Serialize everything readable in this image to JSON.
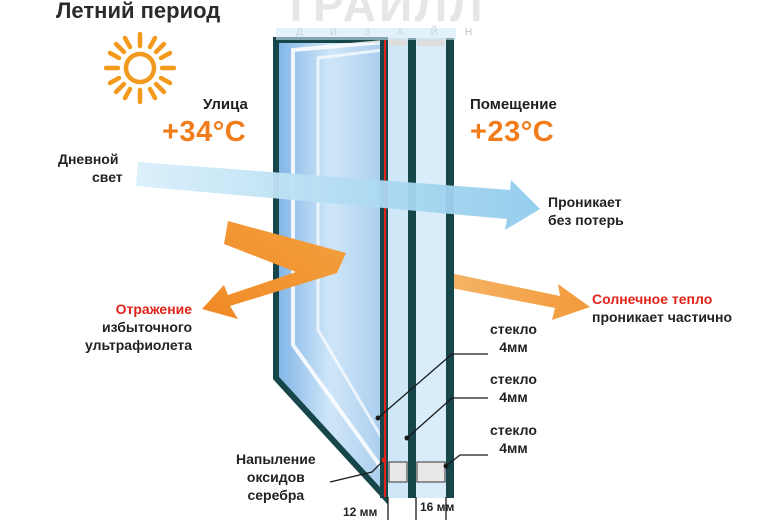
{
  "title": "Летний период",
  "watermark": {
    "brand": "ТРАЙЛЛ",
    "sub": "ДИЗАЙН"
  },
  "outside": {
    "label": "Улица",
    "temperature": "+34°C"
  },
  "inside": {
    "label": "Помещение",
    "temperature": "+23°C"
  },
  "daylight": {
    "line1": "Дневной",
    "line2": "свет"
  },
  "passes": {
    "line1": "Проникает",
    "line2": "без потерь"
  },
  "reflection": {
    "line1": "Отражение",
    "line2": "избыточного",
    "line3": "ультрафиолета"
  },
  "solar_heat": {
    "line1": "Солнечное тепло",
    "line2": "проникает частично"
  },
  "glass_panes": [
    {
      "line1": "стекло",
      "line2": "4мм"
    },
    {
      "line1": "стекло",
      "line2": "4мм"
    },
    {
      "line1": "стекло",
      "line2": "4мм"
    }
  ],
  "coating": {
    "line1": "Напыление",
    "line2": "оксидов",
    "line3": "серебра"
  },
  "gaps": {
    "left": "12 мм",
    "right": "16 мм"
  },
  "colors": {
    "accent_orange": "#f07d1a",
    "accent_red": "#e2231a",
    "frame_dark": "#17464a",
    "daylight_blue": "#9fd3ee"
  }
}
